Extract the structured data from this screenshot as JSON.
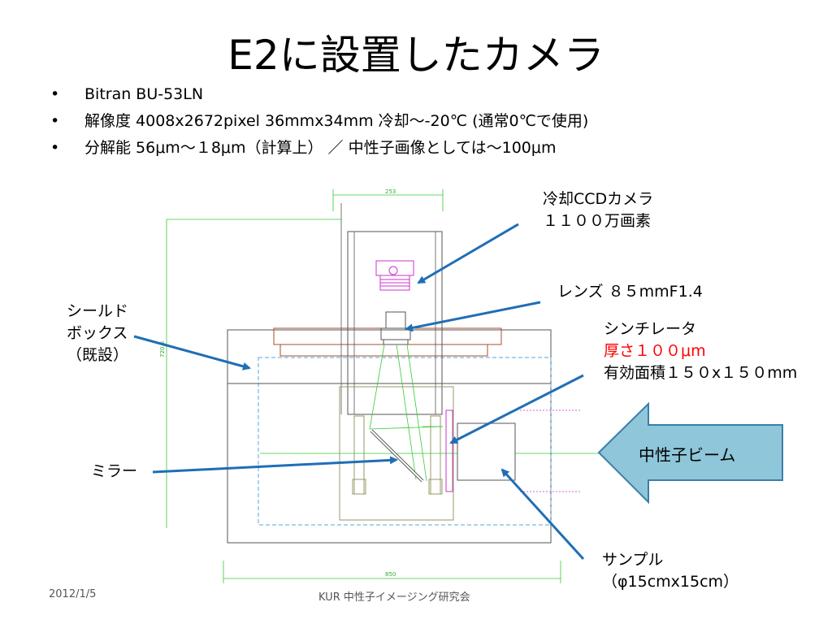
{
  "title": "E2に設置したカメラ",
  "bullets": [
    "Bitran  BU-53LN",
    "解像度  4008x2672pixel 36mmx34mm  冷却〜-20℃ (通常0℃で使用)",
    "分解能 56μm〜１8μm（計算上）  ／  中性子画像としては〜100μm"
  ],
  "bullet_symbol": "•",
  "labels": {
    "camera_line1": "冷却CCDカメラ",
    "camera_line2": "１１００万画素",
    "lens": "レンズ  ８５mmF1.4",
    "shield_line1": "シールド",
    "shield_line2": "ボックス",
    "shield_line3": "（既設）",
    "scint_line1": "シンチレータ",
    "scint_line2": "厚さ１００μm",
    "scint_line3": "有効面積１５０x１５０mm",
    "beam": "中性子ビーム",
    "mirror": "ミラー",
    "sample_line1": "サンプル",
    "sample_line2": "（φ15cmx15cm）"
  },
  "dimensions": {
    "top_width": "253",
    "bottom_width": "850",
    "height": "720.6"
  },
  "footer": {
    "date": "2012/1/5",
    "event": "KUR  中性子イメージング研究会"
  },
  "colors": {
    "arrow": "#1f6eb5",
    "beam_fill": "#8fc6d9",
    "beam_stroke": "#3a7fa8",
    "drawing_line": "#555555",
    "green": "#33cc33",
    "magenta": "#cc33cc",
    "dashed_blue": "#55aadd",
    "red_text": "#ff0000"
  }
}
